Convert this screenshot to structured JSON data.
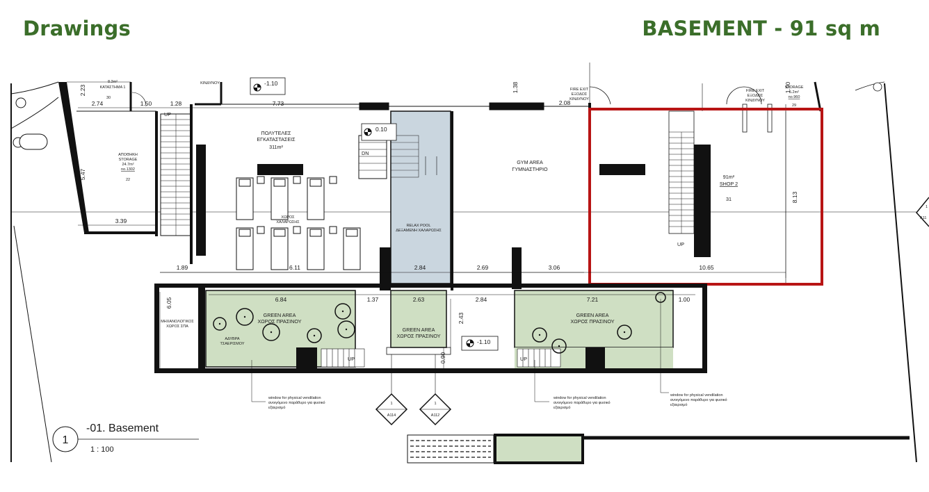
{
  "header": {
    "left": "Drawings",
    "right": "BASEMENT - 91 sq m"
  },
  "colors": {
    "green": "#3b6e2a",
    "highlight": "#b81414",
    "pool": "#cad6df",
    "garden": "#cfdfc3",
    "wall": "#111111"
  },
  "title_block": {
    "number": "1",
    "name": "-01. Basement",
    "scale": "1 : 100"
  },
  "levels": {
    "top": "-1.10",
    "pool": "0.10",
    "bottom": "-1.10"
  },
  "markers": {
    "left": {
      "num": "1",
      "ref": "A114"
    },
    "mid": {
      "num": "1",
      "ref": "A112"
    },
    "right": {
      "num": "1",
      "ref": "A11"
    }
  },
  "rooms": {
    "storage_top": {
      "area": "8.3m²",
      "name": "ΚΑΤΑΣΤΗΜΑ 1",
      "num": "30"
    },
    "storage": {
      "gr": "ΑΠΟΘΗΚΗ",
      "en": "STORAGE",
      "area": "24.7m²",
      "ref": "no.1302",
      "num": "22"
    },
    "facilities": {
      "gr1": "ΠΟΛΥΤΕΛΕΣ",
      "gr2": "ΕΓΚΑΤΑΣΤΑΣΕΙΣ",
      "area": "311m²"
    },
    "relax": {
      "gr1": "ΧΩΡΟΣ",
      "gr2": "ΧΑΛΑΡΩΣΗΣ"
    },
    "pool": {
      "en": "RELAX POOL",
      "gr": "ΔΕΞΑΜΕΝΗ ΧΑΛΑΡΩΣΗΣ"
    },
    "gym": {
      "en": "GYM AREA",
      "gr": "ΓΥΜΝΑΣΤΗΡΙΟ"
    },
    "shop": {
      "area": "91m²",
      "name": "SHOP 2",
      "num": "31"
    },
    "storage_right": {
      "en": "STORAGE",
      "area": "5.2m²",
      "ref": "no.960",
      "num": "29"
    },
    "green_left": {
      "en": "GREEN AREA",
      "gr": "ΧΩΡΟΣ ΠΡΑΣΙΝΟΥ"
    },
    "green_mid": {
      "en": "GREEN AREA",
      "gr": "ΧΩΡΟΣ ΠΡΑΣΙΝΟΥ"
    },
    "green_right": {
      "en": "GREEN AREA",
      "gr": "ΧΩΡΟΣ ΠΡΑΣΙΝΟΥ"
    },
    "mech": {
      "gr1": "ΜΗΧΑΝΟΛΟΓΙΚΟΣ",
      "gr2": "ΧΩΡΟΣ ΣΠΑ"
    }
  },
  "fire_exit": {
    "line1": "FIRE EXIT",
    "line2": "ΕΞΟΔΟΣ",
    "line3": "ΚΙΝΔΥΝΟΥ"
  },
  "small": {
    "kindynou": "ΚΙΝΔΥΝΟΥ",
    "adyvra1": "ΑΔΥΒΡΑ",
    "adyvra2": "ΤΣΑΕΡΙΣΜΟΥ"
  },
  "stairs": {
    "up": "UP",
    "dn": "DN"
  },
  "notes": {
    "en": "window for physical vendilation",
    "gr1": "ανοιγόμενο παράθυρο για φυσικό",
    "gr2": "εξαερισμό"
  },
  "dims": {
    "d_223": "2.23",
    "d_274": "2.74",
    "d_150": "1.50",
    "d_128": "1.28",
    "d_773": "7.73",
    "d_138": "1.38",
    "d_208": "2.08",
    "d_190": "1.90",
    "d_547": "5.47",
    "d_339": "3.39",
    "d_189": "1.89",
    "d_611": "6.11",
    "d_284a": "2.84",
    "d_269": "2.69",
    "d_306": "3.06",
    "d_1065": "10.65",
    "d_813": "8.13",
    "d_684": "6.84",
    "d_137": "1.37",
    "d_263": "2.63",
    "d_284b": "2.84",
    "d_721": "7.21",
    "d_100": "1.00",
    "d_605": "6.05",
    "d_243": "2.43",
    "d_090": "0.90"
  }
}
